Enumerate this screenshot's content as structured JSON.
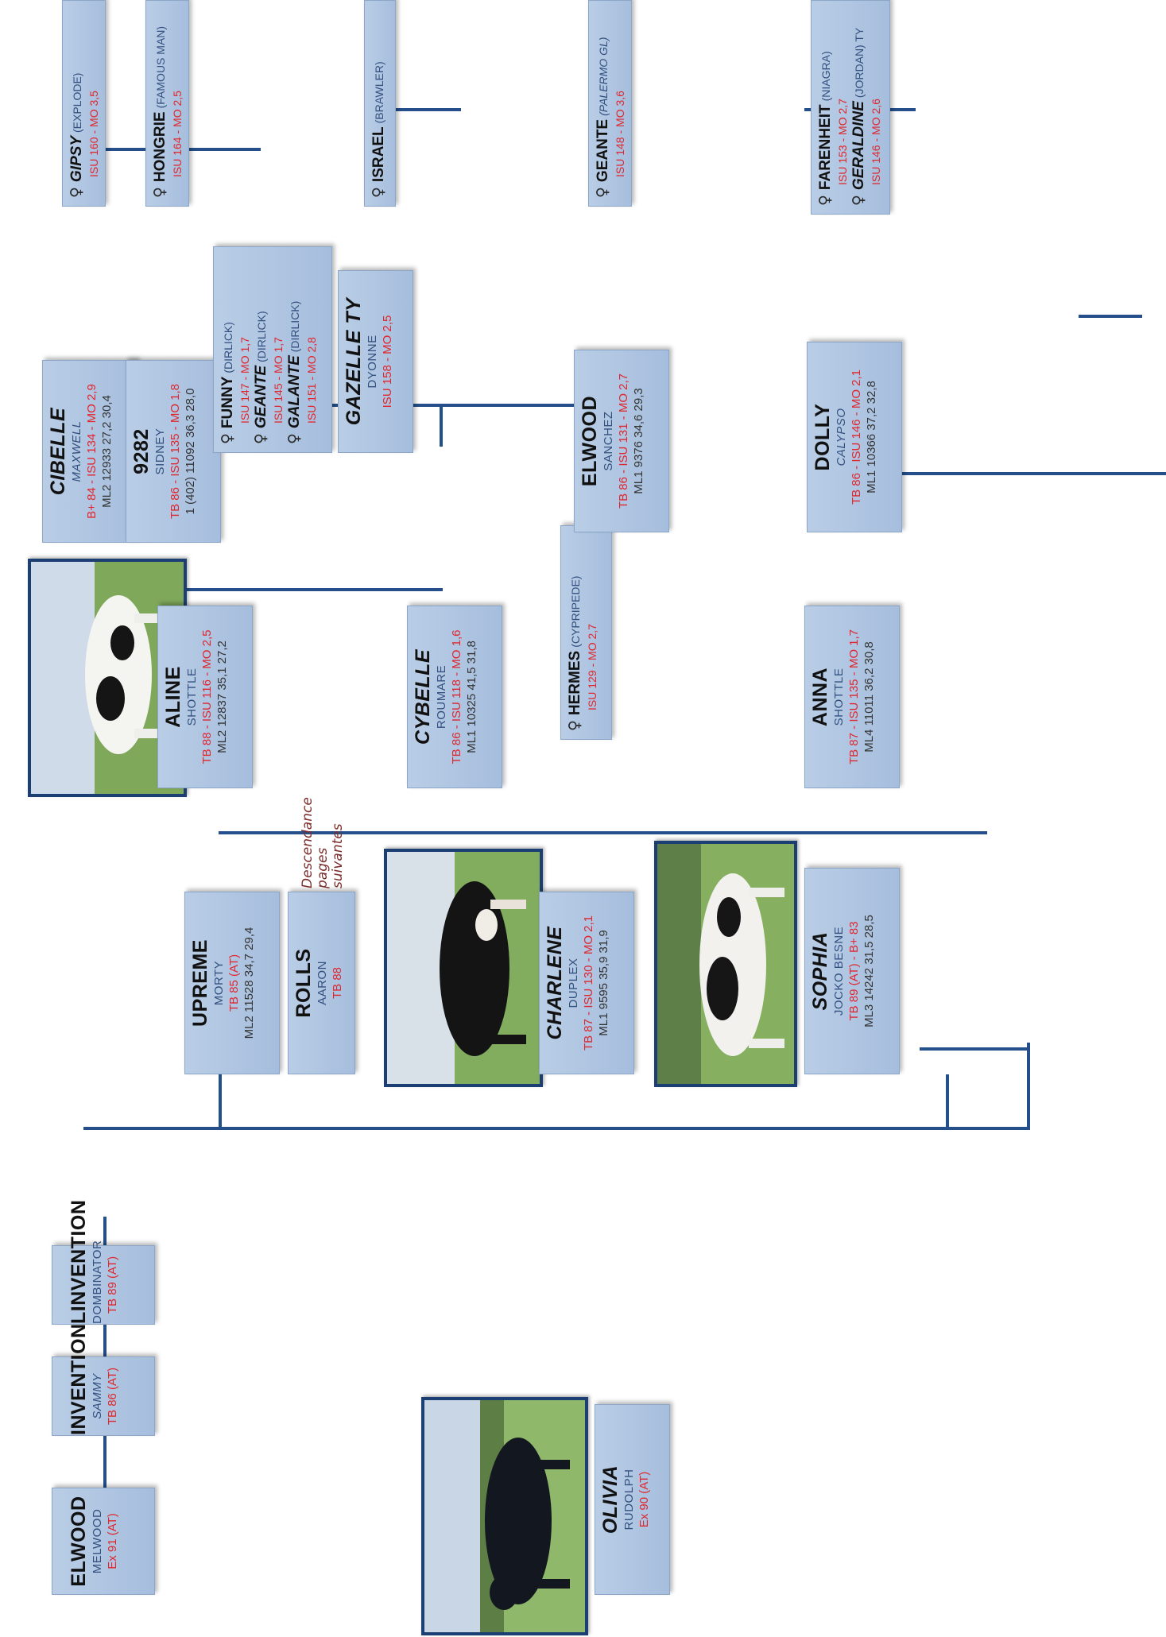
{
  "ancestors": [
    {
      "name": "ELWOOD",
      "sire": "MELWOOD",
      "score": "Ex 91 (AT)"
    },
    {
      "name": "INVENTION",
      "sire": "SAMMY",
      "score": "TB 86 (AT)"
    },
    {
      "name": "LINVENTION",
      "sire": "DOMBINATOR",
      "score": "TB 89 (AT)"
    }
  ],
  "olivia": {
    "name": "OLIVIA",
    "sire": "RUDOLPH",
    "score": "Ex 90 (AT)"
  },
  "gen1": {
    "upreme": {
      "name": "UPREME",
      "sire": "MORTY",
      "score": "TB 85 (AT)",
      "prod": "ML2  11528  34,7  29,4"
    },
    "rolls": {
      "name": "ROLLS",
      "sire": "AARON",
      "score": "TB 88"
    },
    "charlene": {
      "name": "CHARLENE",
      "sire": "DUPLEX",
      "score": "TB 87 - ISU 130 - MO 2,1",
      "prod": "ML1 9595  35,9  31,9"
    },
    "sophia": {
      "name": "SOPHIA",
      "sire": "JOCKO BESNE",
      "score": "TB 89 (AT) - B+ 83",
      "prod": "ML3  14242  31,5  28,5"
    }
  },
  "note": {
    "line1": "Descendance",
    "line2": "pages",
    "line3": "suivantes"
  },
  "gen2": {
    "aline": {
      "name": "ALINE",
      "sire": "SHOTTLE",
      "score": "TB 88 - ISU 116 - MO 2,5",
      "prod": "ML2  12837  35,1  27,2"
    },
    "cybelle": {
      "name": "CYBELLE",
      "sire": "ROUMARE",
      "score": "TB 86 - ISU 118 - MO 1,6",
      "prod": "ML1  10325  41,5  31,8"
    },
    "hermes": {
      "name": "HERMES",
      "sire": "(CYPRIPEDE)",
      "score": "ISU 129 - MO 2,7"
    },
    "anna": {
      "name": "ANNA",
      "sire": "SHOTTLE",
      "score": "TB 87 - ISU 135 - MO 1,7",
      "prod": "ML4  11011  36,2  30,8"
    }
  },
  "gen3": {
    "cibelle": {
      "name": "CIBELLE",
      "sire": "MAXWELL",
      "score": "B+ 84 - ISU 134 - MO 2,9",
      "prod": "ML2  12933  27,2  30,4"
    },
    "n9282": {
      "name": "9282",
      "sire": "SIDNEY",
      "score": "TB 86 - ISU 135 - MO 1,8",
      "prod": "1 (402) 11092  36,3  28,0"
    },
    "triple": [
      {
        "name": "FUNNY",
        "sire": "(DIRLICK)",
        "score": "ISU 147 - MO 1,7"
      },
      {
        "name": "GEANTE",
        "sire": "(DIRLICK)",
        "score": "ISU 145 - MO 1,7"
      },
      {
        "name": "GALANTE",
        "sire": "(DIRLICK)",
        "score": "ISU 151 - MO 2,8"
      }
    ],
    "gazelle": {
      "name": "GAZELLE TY",
      "sire": "DYONNE",
      "score": "ISU 158 - MO 2,5"
    },
    "elwood": {
      "name": "ELWOOD",
      "sire": "SANCHEZ",
      "score": "TB 86 - ISU 131 - MO 2,7",
      "prod": "ML1  9376  34,6  29,3"
    },
    "dolly": {
      "name": "DOLLY",
      "sire": "CALYPSO",
      "score": "TB 86 - ISU 146 - MO 2,1",
      "prod": "ML1 10366  37,2  32,8"
    }
  },
  "gen4": {
    "gipsy": {
      "name": "GIPSY",
      "sire": "(EXPLODE)",
      "score": "ISU 160 - MO 3,5"
    },
    "hongrie": {
      "name": "HONGRIE",
      "sire": "(FAMOUS MAN)",
      "score": "ISU 164 - MO 2,5"
    },
    "israel": {
      "name": "ISRAEL",
      "sire": "(BRAWLER)"
    },
    "geante2": {
      "name": "GEANTE",
      "sire": "(PALERMO GL)",
      "score": "ISU 148 - MO 3,6"
    },
    "pair": [
      {
        "name": "FARENHEIT",
        "sire": "(NIAGRA)",
        "score": "ISU 153 - MO 2,7"
      },
      {
        "name": "GERALDINE",
        "sire": "(JORDAN) TY",
        "score": "ISU 146 - MO 2,6"
      }
    ]
  },
  "female_symbol": "♀",
  "colors": {
    "connector": "#244f8a",
    "box": "#afc5e2",
    "score_red": "#e1262d",
    "photo_frame": "#1c3f73"
  }
}
